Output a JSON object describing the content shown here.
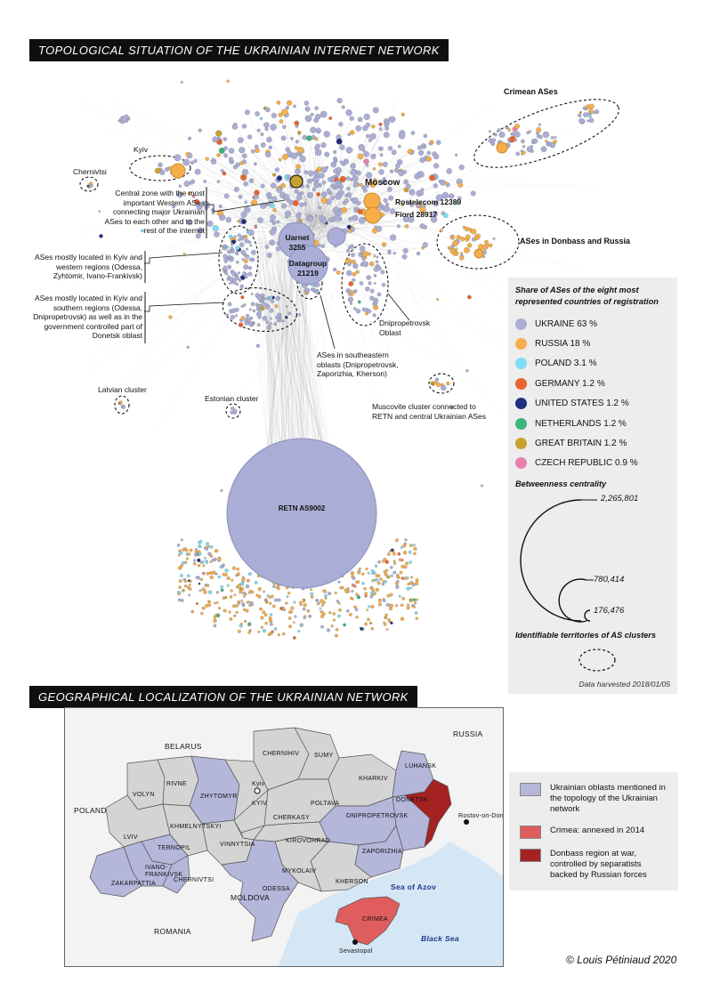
{
  "network": {
    "title": "TOPOLOGICAL SITUATION OF THE UKRAINIAN INTERNET NETWORK",
    "labels": {
      "crimean": "Crimean ASes",
      "kyiv": "Kyiv",
      "chernivtsi": "Chernivtsi",
      "moscow": "Moscow",
      "rostelecom": "Rostelecom 12389",
      "fiord": "Fiord 28917",
      "uarnet": "Uarnet 3255",
      "datagroup": "Datagroup 21219",
      "donbass": "ASes in Donbass and Russia",
      "central_zone": "Central zone with the most important Western ASes connecting major Ukrainian ASes to each other and to the rest of the internet",
      "kyiv_western": "ASes mostly located in Kyiv and western regions (Odessa, Zyhtomir, Ivano-Frankivsk)",
      "kyiv_southern": "ASes mostly located in Kyiv and southern regions (Odessa, Dnipropetrovsk) as well as in the government controlled part of Donetsk oblast",
      "dnipropetrovsk": "Dnipropetrovsk Oblast",
      "southeastern": "ASes in southeastern oblasts (Dnipropetrovsk, Zaporizhia, Kherson)",
      "latvian": "Latvian cluster",
      "estonian": "Estonian cluster",
      "muscovite": "Muscovite cluster connected to RETN and central Ukrainian ASes",
      "retn": "RETN AS9002"
    }
  },
  "legend": {
    "title": "Share of ASes of the eight most represented countries of registration",
    "items": [
      {
        "label": "UKRAINE 63 %",
        "color": "#aaaed6"
      },
      {
        "label": "RUSSIA 18 %",
        "color": "#f6ae49"
      },
      {
        "label": "POLAND 3.1 %",
        "color": "#7fdcf2"
      },
      {
        "label": "GERMANY 1.2 %",
        "color": "#e8632d"
      },
      {
        "label": "UNITED STATES 1.2 %",
        "color": "#1f2f7e"
      },
      {
        "label": "NETHERLANDS 1.2 %",
        "color": "#3cb47a"
      },
      {
        "label": "GREAT BRITAIN 1.2 %",
        "color": "#c8a22c"
      },
      {
        "label": "CZECH REPUBLIC 0.9 %",
        "color": "#ea7fae"
      }
    ],
    "betweenness_title": "Betweenness centrality",
    "betweenness_values": [
      "2,265,801",
      "780,414",
      "176,476"
    ],
    "territories_title": "Identifiable territories of AS clusters",
    "harvest": "Data harvested 2018/01/05"
  },
  "map": {
    "title": "GEOGRAPHICAL LOCALIZATION OF THE UKRAINIAN NETWORK",
    "countries": {
      "belarus": "BELARUS",
      "russia": "RUSSIA",
      "poland": "POLAND",
      "moldova": "MOLDOVA",
      "romania": "ROMANIA"
    },
    "seas": {
      "azov": "Sea of Azov",
      "black": "Black Sea"
    },
    "cities": {
      "kyiv": "Kyiv",
      "rostov": "Rostov-on-Don",
      "sevastopol": "Sevastopol"
    },
    "oblasts": {
      "chernihiv": "CHERNIHIV",
      "sumy": "SUMY",
      "kharkiv": "KHARKIV",
      "luhansk": "LUHANSK",
      "donetsk": "DONETSK",
      "rivne": "RIVNE",
      "volyn": "VOLYN",
      "zhytomyr": "ZHYTOMYR",
      "kyiv": "KYIV",
      "poltava": "POLTAVA",
      "cherkasy": "CHERKASY",
      "khmelnytskyi": "KHMELNYTSKYI",
      "lviv": "LVIV",
      "ternopil": "TERNOPIL",
      "ivano": "IVANO-FRANKIVSK",
      "zakarpattia": "ZAKARPATTIA",
      "chernivtsi": "CHERNIVTSI",
      "vinnytsia": "VINNYTSIA",
      "kirovohrad": "KIROVOHRAD",
      "dnipropetrovsk": "DNIPROPETROVSK",
      "zaporizhia": "ZAPORIZHIA",
      "mykolaiv": "MYKOLAIV",
      "odessa": "ODESSA",
      "kherson": "KHERSON",
      "crimea": "CRIMEA"
    },
    "legend": [
      {
        "label": "Ukrainian oblasts mentioned in the topology of the Ukrainian network",
        "color": "#b4b6da"
      },
      {
        "label": "Crimea: annexed in 2014",
        "color": "#e05d5d"
      },
      {
        "label": "Donbass region at war, controlled by separatists backed by Russian forces",
        "color": "#a52222"
      }
    ],
    "colors": {
      "highlight": "#b4b6da",
      "other": "#d4d4d4",
      "crimea": "#e05d5d",
      "donbass": "#a52222",
      "sea": "#d5e6f5",
      "foreign": "#f3f3f3"
    }
  },
  "copyright": "© Louis Pétiniaud 2020"
}
